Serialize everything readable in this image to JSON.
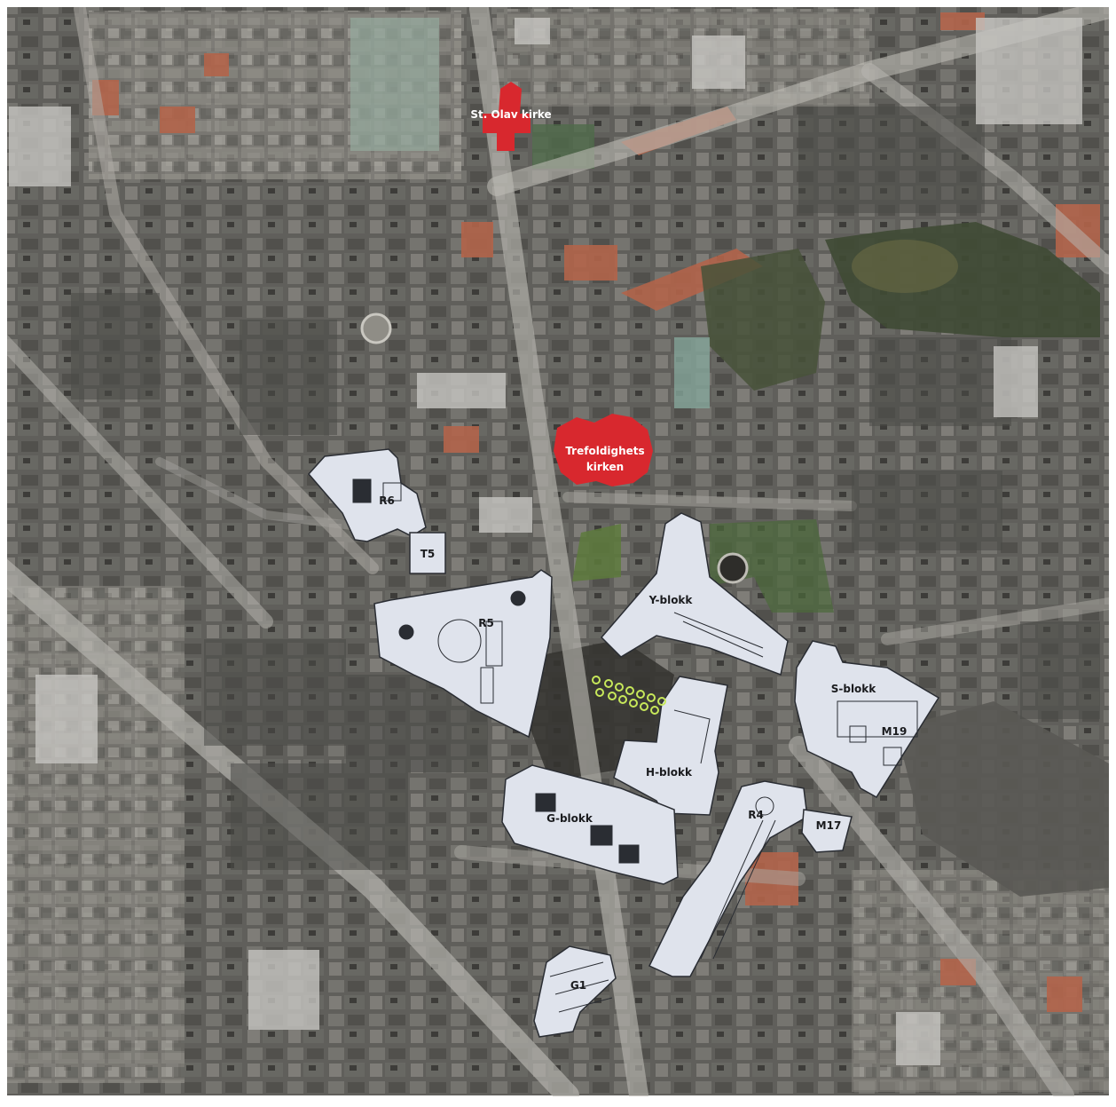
{
  "map": {
    "labels": {
      "st_olav": "St. Olav kirke",
      "trefoldighet_1": "Trefoldighets",
      "trefoldighet_2": "kirken",
      "r6": "R6",
      "t5": "T5",
      "r5": "R5",
      "y_blokk": "Y-blokk",
      "s_blokk": "S-blokk",
      "m19": "M19",
      "h_blokk": "H-blokk",
      "g_blokk": "G-blokk",
      "r4": "R4",
      "m17": "M17",
      "g1": "G1"
    },
    "colors": {
      "church": "#d8282e",
      "planned_building": "#dfe3ec",
      "outline": "#2a2d33",
      "tree_marker": "#c7e85a"
    }
  }
}
